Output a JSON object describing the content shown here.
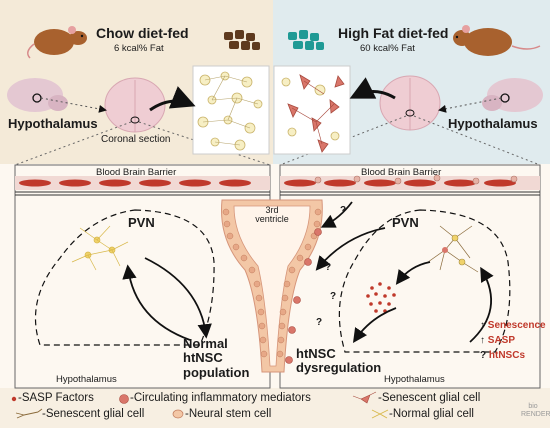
{
  "left_panel": {
    "title": "Chow diet-fed",
    "subtitle": "6 kcal% Fat",
    "region_label": "Hypothalamus",
    "section_label": "Coronal section",
    "bbb_label": "Blood Brain Barrier",
    "nucleus_label": "PVN",
    "outcome_label": "Normal htNSC population",
    "bottom_label": "Hypothalamus"
  },
  "right_panel": {
    "title": "High Fat diet-fed",
    "subtitle": "60 kcal% Fat",
    "region_label": "Hypothalamus",
    "bbb_label": "Blood Brain Barrier",
    "nucleus_label": "PVN",
    "outcome_label": "htNSC dysregulation",
    "bottom_label": "Hypothalamus",
    "question_marks": [
      "?",
      "?",
      "?",
      "?"
    ],
    "changes": [
      {
        "symbol": "↑",
        "label": "Senescence"
      },
      {
        "symbol": "↑",
        "label": "SASP"
      },
      {
        "symbol": "?",
        "label": "htNSCs"
      }
    ]
  },
  "center": {
    "ventricle_label": "3rd ventricle"
  },
  "legend": {
    "sasp": "-SASP Factors",
    "circulating": "-Circulating inflammatory mediators",
    "senescent_glial_1": "-Senescent glial cell",
    "senescent_glial_2": "-Senescent glial cell",
    "neural_stem": "-Neural stem cell",
    "normal_glial": "-Normal glial cell"
  },
  "watermark": "bio RENDER",
  "colors": {
    "left_bg": "#f4ead8",
    "right_bg": "#e0ebee",
    "vessel": "#c0392b",
    "stem_cell": "#f3c7a6",
    "chow_food": "#5e3a1e",
    "hfd_food": "#1f9a95",
    "mouse": "#a8612e"
  }
}
